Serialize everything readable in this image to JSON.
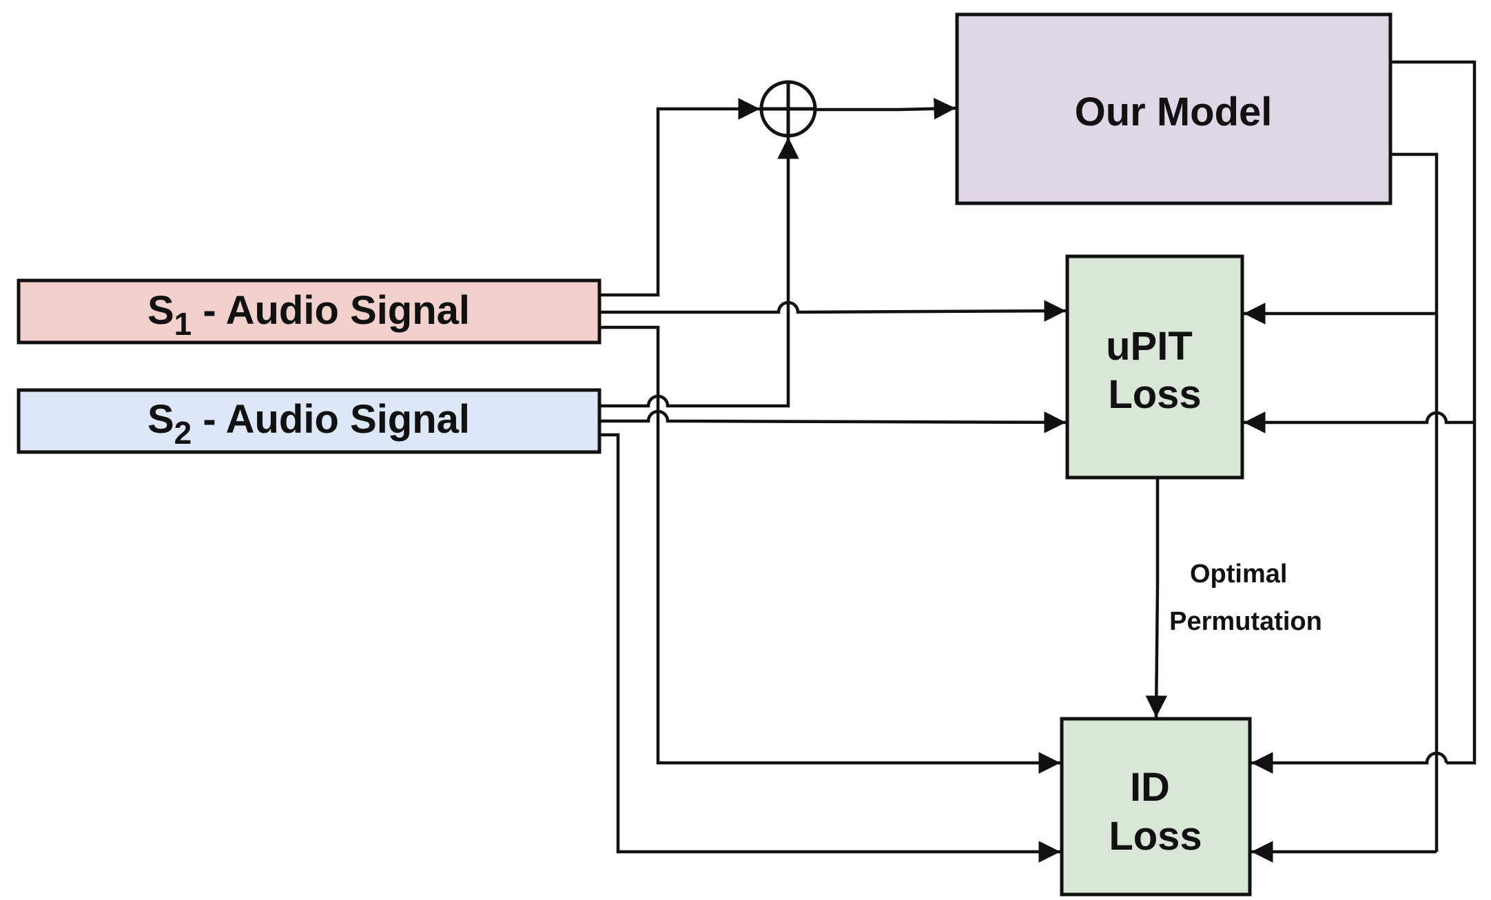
{
  "colors": {
    "source1_fill": "#f2d0cc",
    "source2_fill": "#dce7f7",
    "model_fill": "#dfd7e6",
    "loss_fill": "#d9e8d6",
    "line": "#111111"
  },
  "source1": {
    "prefix": "S",
    "subscript": "1",
    "suffix": " - Audio Signal"
  },
  "source2": {
    "prefix": "S",
    "subscript": "2",
    "suffix": " - Audio Signal"
  },
  "adder": {
    "symbol": "circle-plus"
  },
  "model": {
    "label": "Our Model"
  },
  "upit": {
    "line1": "uPIT",
    "line2": "Loss"
  },
  "id_loss": {
    "line1": "ID",
    "line2": "Loss"
  },
  "edge_label": {
    "line1": "Optimal",
    "line2": "Permutation"
  }
}
